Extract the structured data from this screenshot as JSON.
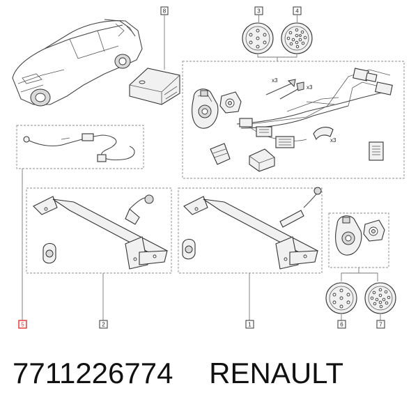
{
  "callouts": {
    "c1": "1",
    "c2": "2",
    "c3": "3",
    "c4": "4",
    "c5": "5",
    "c6": "6",
    "c7": "7",
    "c8": "8"
  },
  "quantity_labels": {
    "screws": "x3",
    "ties": "x3",
    "clips": "x3"
  },
  "caption": {
    "part_number": "7711226774",
    "brand": "RENAULT"
  },
  "colors": {
    "highlight": "#e03030",
    "line": "#444444"
  }
}
